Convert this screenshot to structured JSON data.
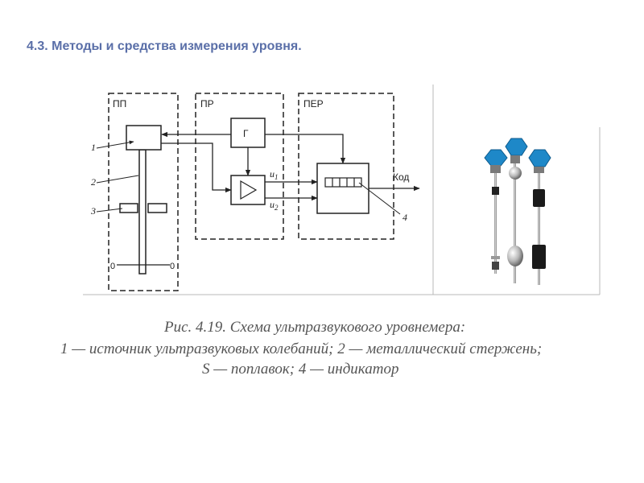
{
  "title": "4.3. Методы и средства измерения уровня.",
  "diagram": {
    "blocks": {
      "pp": "ПП",
      "pr": "ПР",
      "per": "ПЕР"
    },
    "generator": "Г",
    "output": "Код",
    "signals": {
      "u": "u",
      "sub1": "1",
      "sub2": "2"
    },
    "callouts": [
      "1",
      "2",
      "3",
      "4"
    ],
    "zero": "0"
  },
  "caption": {
    "line1": "Рис. 4.19. Схема ультразвукового уровнемера:",
    "line2": "1 — источник ультразвуковых колебаний; 2 — металлический стержень;",
    "line3": "S — поплавок; 4 — индикатор"
  },
  "colors": {
    "title": "#5a6fa8",
    "sensor_head": "#1e88c8"
  }
}
